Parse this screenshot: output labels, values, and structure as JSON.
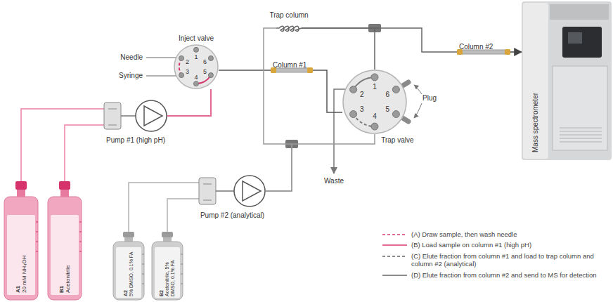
{
  "diagram": {
    "nodes": [
      {
        "text": [
          "Trap column"
        ]
      },
      {
        "text": [
          "Inject valve"
        ]
      },
      {
        "text": [
          "Column #1"
        ]
      },
      {
        "text": [
          "Trap valve"
        ]
      },
      {
        "text": [
          "Column #2"
        ]
      },
      {
        "text": [
          "Mass spectrometer"
        ]
      },
      {
        "text": [
          "Pump #1 (high pH)"
        ]
      },
      {
        "text": [
          "Pump #2 (analytical)"
        ]
      },
      {
        "text": [
          "A1",
          "20 mM NH₄OH"
        ]
      },
      {
        "text": [
          "B1",
          "Acetonitrile"
        ]
      },
      {
        "text": [
          "A2",
          "5% DMSO, 0.1% FA"
        ]
      },
      {
        "text": [
          "B2",
          "Acetonitrile, 5% DMSO, 0.1% FA"
        ]
      }
    ],
    "edges": [
      {
        "from": 8,
        "to": 6,
        "arrow": "none"
      },
      {
        "from": 9,
        "to": 6,
        "arrow": "none"
      },
      {
        "from": 6,
        "to": 1,
        "arrow": "none"
      },
      {
        "from": 1,
        "to": 2,
        "arrow": "none"
      },
      {
        "from": 2,
        "to": 3,
        "arrow": "none"
      },
      {
        "from": 10,
        "to": 7,
        "arrow": "none"
      },
      {
        "from": 11,
        "to": 7,
        "arrow": "none"
      },
      {
        "from": 7,
        "to": 3,
        "arrow": "none"
      },
      {
        "from": 7,
        "to": 0,
        "arrow": "none"
      },
      {
        "from": 0,
        "to": 3,
        "arrow": "none"
      },
      {
        "from": 0,
        "to": 4,
        "arrow": "none"
      },
      {
        "from": 4,
        "to": 5,
        "arrow": "to"
      }
    ],
    "labels": [
      "1",
      "2",
      "3",
      "4",
      "5",
      "6",
      "1",
      "2",
      "3",
      "4",
      "5",
      "6",
      "Needle",
      "Syringe",
      "Plug",
      "Waste"
    ],
    "legend": [
      {
        "text": "(A) Draw sample, then wash needle"
      },
      {
        "text": "(B) Load sample on column #1 (high pH)"
      },
      {
        "text": "(C) Elute fraction from column #1 and load to trap column and column #2 (analytical)"
      },
      {
        "text": "(D) Elute fraction from column #2 and send to MS for detection"
      }
    ]
  }
}
